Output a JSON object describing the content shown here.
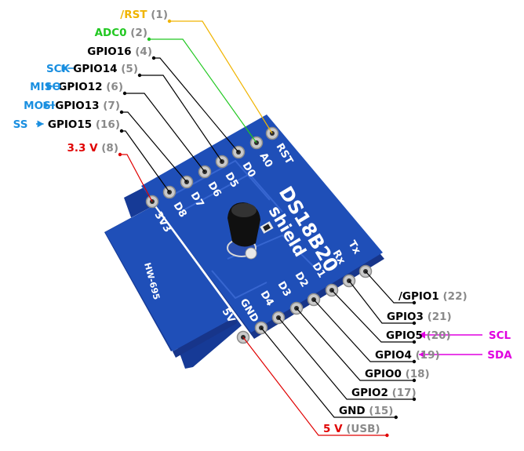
{
  "board": {
    "title_line1": "DS18B20",
    "title_line2": "shield",
    "model_mark": "HW-695",
    "colors": {
      "pcb": "#1f4fb8",
      "pcb_dark": "#17358a",
      "pad": "#c9c9c9",
      "gpio": "#000000",
      "power_3v3": "#e00000",
      "power_5v": "#e00000",
      "rst": "#f0b400",
      "adc": "#22c822",
      "spi": "#1a8fe0",
      "i2c": "#e000e0",
      "pin_number": "#8a8a8a"
    },
    "top_header": [
      {
        "silk": "RST",
        "label": "/RST",
        "num": "(1)",
        "kind": "rst"
      },
      {
        "silk": "A0",
        "label": "ADC0",
        "num": "(2)",
        "kind": "adc"
      },
      {
        "silk": "D0",
        "label": "GPIO16",
        "num": "(4)",
        "kind": "gpio"
      },
      {
        "silk": "D5",
        "label": "GPIO14",
        "num": "(5)",
        "kind": "gpio",
        "func": "SCK"
      },
      {
        "silk": "D6",
        "label": "GPIO12",
        "num": "(6)",
        "kind": "gpio",
        "func": "MISO"
      },
      {
        "silk": "D7",
        "label": "GPIO13",
        "num": "(7)",
        "kind": "gpio",
        "func": "MOSI"
      },
      {
        "silk": "D8",
        "label": "GPIO15",
        "num": "(16)",
        "kind": "gpio",
        "func": "SS"
      },
      {
        "silk": "3V3",
        "label": "3.3 V",
        "num": "(8)",
        "kind": "power_3v3"
      }
    ],
    "bottom_header": [
      {
        "silk": "Tx",
        "label": "/GPIO1",
        "num": "(22)",
        "kind": "gpio"
      },
      {
        "silk": "Rx",
        "label": "GPIO3",
        "num": "(21)",
        "kind": "gpio"
      },
      {
        "silk": "D1",
        "label": "GPIO5",
        "num": "(20)",
        "kind": "gpio",
        "func": "SCL"
      },
      {
        "silk": "D2",
        "label": "GPIO4",
        "num": "(19)",
        "kind": "gpio",
        "func": "SDA"
      },
      {
        "silk": "D3",
        "label": "GPIO0",
        "num": "(18)",
        "kind": "gpio"
      },
      {
        "silk": "D4",
        "label": "GPIO2",
        "num": "(17)",
        "kind": "gpio"
      },
      {
        "silk": "GND",
        "label": "GND",
        "num": "(15)",
        "kind": "gpio"
      },
      {
        "silk": "5V",
        "label": "5 V",
        "num": "(USB)",
        "kind": "power_5v"
      }
    ]
  }
}
